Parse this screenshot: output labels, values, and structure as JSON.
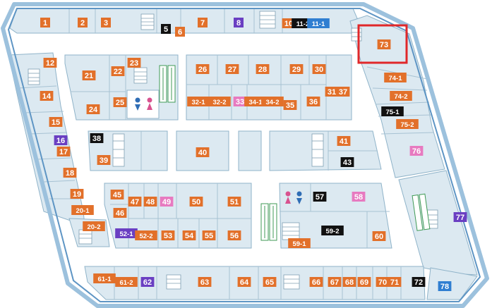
{
  "map_title": "",
  "colors": {
    "orange": "#e2702a",
    "black": "#111111",
    "purple": "#6a3fc2",
    "blue": "#2f7ed1",
    "pink": "#e77ac0",
    "block_fill": "#dce9f1",
    "outer_wall": "#9cc1dd",
    "highlight": "#e0282a"
  },
  "highlight": {
    "label": "73"
  },
  "shops": [
    {
      "id": "1",
      "color": "orange"
    },
    {
      "id": "2",
      "color": "orange"
    },
    {
      "id": "3",
      "color": "orange"
    },
    {
      "id": "5",
      "color": "black"
    },
    {
      "id": "6",
      "color": "orange"
    },
    {
      "id": "7",
      "color": "orange"
    },
    {
      "id": "8",
      "color": "purple"
    },
    {
      "id": "10",
      "color": "orange"
    },
    {
      "id": "11-2",
      "color": "black"
    },
    {
      "id": "11-1",
      "color": "blue"
    },
    {
      "id": "12",
      "color": "orange"
    },
    {
      "id": "14",
      "color": "orange"
    },
    {
      "id": "15",
      "color": "orange"
    },
    {
      "id": "16",
      "color": "purple"
    },
    {
      "id": "17",
      "color": "orange"
    },
    {
      "id": "18",
      "color": "orange"
    },
    {
      "id": "19",
      "color": "orange"
    },
    {
      "id": "20-1",
      "color": "orange"
    },
    {
      "id": "20-2",
      "color": "orange"
    },
    {
      "id": "21",
      "color": "orange"
    },
    {
      "id": "22",
      "color": "orange"
    },
    {
      "id": "23",
      "color": "orange"
    },
    {
      "id": "24",
      "color": "orange"
    },
    {
      "id": "25",
      "color": "orange"
    },
    {
      "id": "26",
      "color": "orange"
    },
    {
      "id": "27",
      "color": "orange"
    },
    {
      "id": "28",
      "color": "orange"
    },
    {
      "id": "29",
      "color": "orange"
    },
    {
      "id": "30",
      "color": "orange"
    },
    {
      "id": "31",
      "color": "orange"
    },
    {
      "id": "37",
      "color": "orange"
    },
    {
      "id": "32-1",
      "color": "orange"
    },
    {
      "id": "32-2",
      "color": "orange"
    },
    {
      "id": "33",
      "color": "pink"
    },
    {
      "id": "34-1",
      "color": "orange"
    },
    {
      "id": "34-2",
      "color": "orange"
    },
    {
      "id": "35",
      "color": "orange"
    },
    {
      "id": "36",
      "color": "orange"
    },
    {
      "id": "38",
      "color": "black"
    },
    {
      "id": "39",
      "color": "orange"
    },
    {
      "id": "40",
      "color": "orange"
    },
    {
      "id": "41",
      "color": "orange"
    },
    {
      "id": "43",
      "color": "black"
    },
    {
      "id": "45",
      "color": "orange"
    },
    {
      "id": "46",
      "color": "orange"
    },
    {
      "id": "47",
      "color": "orange"
    },
    {
      "id": "48",
      "color": "orange"
    },
    {
      "id": "49",
      "color": "pink"
    },
    {
      "id": "50",
      "color": "orange"
    },
    {
      "id": "51",
      "color": "orange"
    },
    {
      "id": "52-1",
      "color": "purple"
    },
    {
      "id": "52-2",
      "color": "orange"
    },
    {
      "id": "53",
      "color": "orange"
    },
    {
      "id": "54",
      "color": "orange"
    },
    {
      "id": "55",
      "color": "orange"
    },
    {
      "id": "56",
      "color": "orange"
    },
    {
      "id": "57",
      "color": "black"
    },
    {
      "id": "58",
      "color": "pink"
    },
    {
      "id": "59-1",
      "color": "orange"
    },
    {
      "id": "59-2",
      "color": "black"
    },
    {
      "id": "60",
      "color": "orange"
    },
    {
      "id": "61-1",
      "color": "orange"
    },
    {
      "id": "61-2",
      "color": "orange"
    },
    {
      "id": "62",
      "color": "purple"
    },
    {
      "id": "63",
      "color": "orange"
    },
    {
      "id": "64",
      "color": "orange"
    },
    {
      "id": "65",
      "color": "orange"
    },
    {
      "id": "66",
      "color": "orange"
    },
    {
      "id": "67",
      "color": "orange"
    },
    {
      "id": "68",
      "color": "orange"
    },
    {
      "id": "69",
      "color": "orange"
    },
    {
      "id": "70",
      "color": "orange"
    },
    {
      "id": "71",
      "color": "orange"
    },
    {
      "id": "72",
      "color": "black"
    },
    {
      "id": "73",
      "color": "orange"
    },
    {
      "id": "74-1",
      "color": "orange"
    },
    {
      "id": "74-2",
      "color": "orange"
    },
    {
      "id": "75-1",
      "color": "black"
    },
    {
      "id": "75-2",
      "color": "orange"
    },
    {
      "id": "76",
      "color": "pink"
    },
    {
      "id": "77",
      "color": "purple"
    },
    {
      "id": "78",
      "color": "blue"
    }
  ],
  "restroom_icons": [
    {
      "name": "restroom-icon-a",
      "male": "#2f6db5",
      "female": "#d8528f"
    },
    {
      "name": "restroom-icon-b",
      "male": "#2f6db5",
      "female": "#d8528f"
    }
  ]
}
